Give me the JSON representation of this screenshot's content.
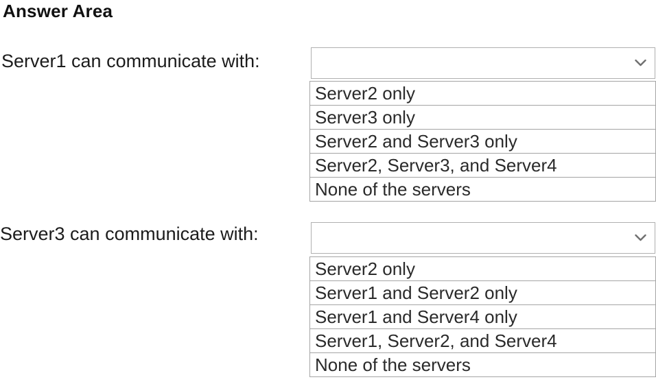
{
  "title": "Answer Area",
  "questions": [
    {
      "label": "Server1 can communicate with:",
      "selected_value": "",
      "options": [
        "Server2 only",
        "Server3 only",
        "Server2 and Server3 only",
        "Server2, Server3, and Server4",
        "None of the servers"
      ]
    },
    {
      "label": "Server3 can communicate with:",
      "selected_value": "",
      "options": [
        "Server2 only",
        "Server1 and Server2 only",
        "Server1 and Server4 only",
        "Server1, Server2, and Server4",
        "None of the servers"
      ]
    }
  ],
  "icons": {
    "dropdown": "chevron-down-icon"
  },
  "colors": {
    "background": "#ffffff",
    "text": "#1c1c1c",
    "option_text": "#2a2a2a",
    "border": "#a4a4a4",
    "select_border": "#b0b0b0",
    "chevron": "#6f6f6f"
  }
}
